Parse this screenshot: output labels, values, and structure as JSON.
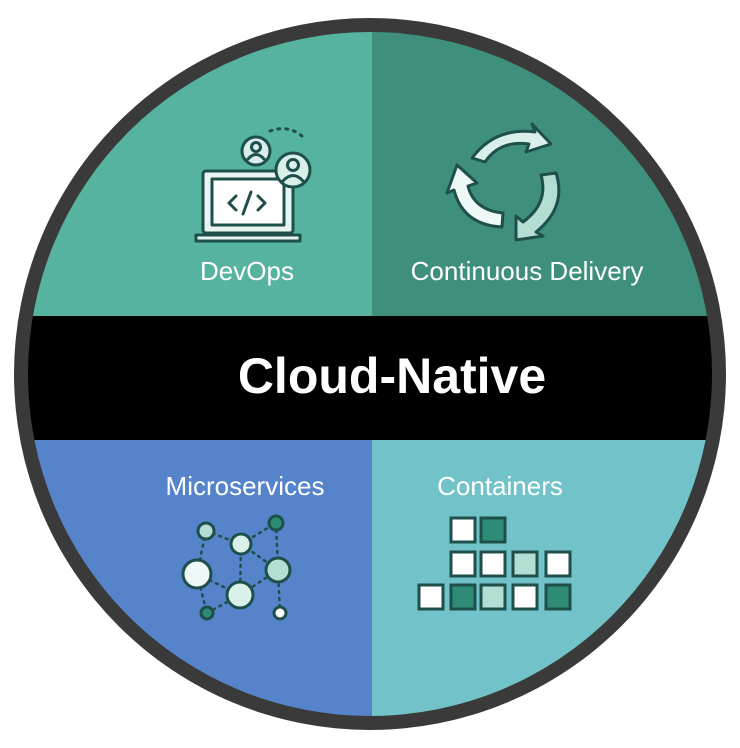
{
  "center": {
    "title": "Cloud-Native"
  },
  "quadrants": [
    {
      "key": "devops",
      "label": "DevOps",
      "color": "#56b3a0",
      "icon": "laptop-code-people-icon"
    },
    {
      "key": "continuous-delivery",
      "label": "Continuous Delivery",
      "color": "#3e907d",
      "icon": "cycle-arrows-icon"
    },
    {
      "key": "microservices",
      "label": "Microservices",
      "color": "#5584cb",
      "icon": "node-network-icon"
    },
    {
      "key": "containers",
      "label": "Containers",
      "color": "#71c3c9",
      "icon": "stacked-blocks-icon"
    }
  ],
  "colors": {
    "ring": "#3a3a3a",
    "band": "#000000",
    "icon_stroke": "#1f4f4a",
    "icon_light": "#d9efea",
    "icon_teal": "#2e8c76",
    "text": "#ffffff"
  }
}
